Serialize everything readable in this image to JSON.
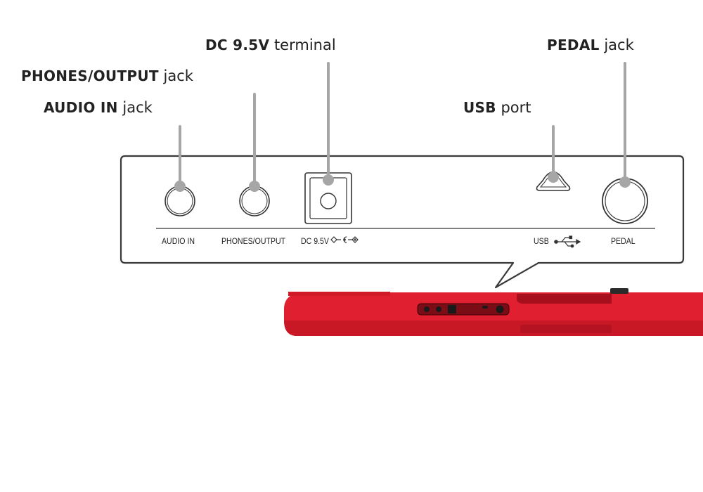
{
  "callouts": {
    "dc": {
      "bold": "DC 9.5V",
      "rest": " terminal"
    },
    "pedal": {
      "bold": "PEDAL",
      "rest": " jack"
    },
    "phones": {
      "bold": "PHONES/OUTPUT",
      "rest": " jack"
    },
    "audio": {
      "bold": "AUDIO IN",
      "rest": " jack"
    },
    "usb": {
      "bold": "USB",
      "rest": " port"
    }
  },
  "panel_labels": {
    "audio_in": "AUDIO IN",
    "phones_output": "PHONES/OUTPUT",
    "dc": "DC 9.5V",
    "usb": "USB",
    "pedal": "PEDAL"
  },
  "colors": {
    "leader": "#a6a6a6",
    "panel_stroke": "#3a3a3a",
    "keyboard_body": "#e02030",
    "keyboard_dark": "#b01020"
  },
  "icons": [
    "dc-polarity-icon",
    "usb-icon"
  ]
}
